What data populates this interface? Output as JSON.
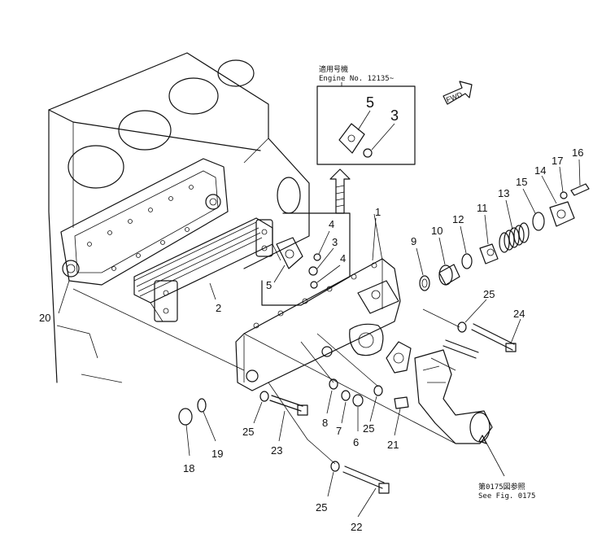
{
  "inset_top": {
    "title_jp": "適用号機",
    "title_en": "Engine No. 12135~",
    "labels": [
      "5",
      "3"
    ]
  },
  "inset_mid": {
    "labels": [
      "4",
      "3",
      "4",
      "5"
    ]
  },
  "fwd_label": "FWD",
  "see_fig": {
    "jp": "第0175図参照",
    "en": "See Fig. 0175"
  },
  "callouts": {
    "c1": "1",
    "c2": "2",
    "c6": "6",
    "c7": "7",
    "c8": "8",
    "c9": "9",
    "c10": "10",
    "c11": "11",
    "c12": "12",
    "c13": "13",
    "c14": "14",
    "c15": "15",
    "c16": "16",
    "c17": "17",
    "c18": "18",
    "c19": "19",
    "c20": "20",
    "c21": "21",
    "c22": "22",
    "c23": "23",
    "c24": "24",
    "c25a": "25",
    "c25b": "25",
    "c25c": "25",
    "c25d": "25"
  }
}
